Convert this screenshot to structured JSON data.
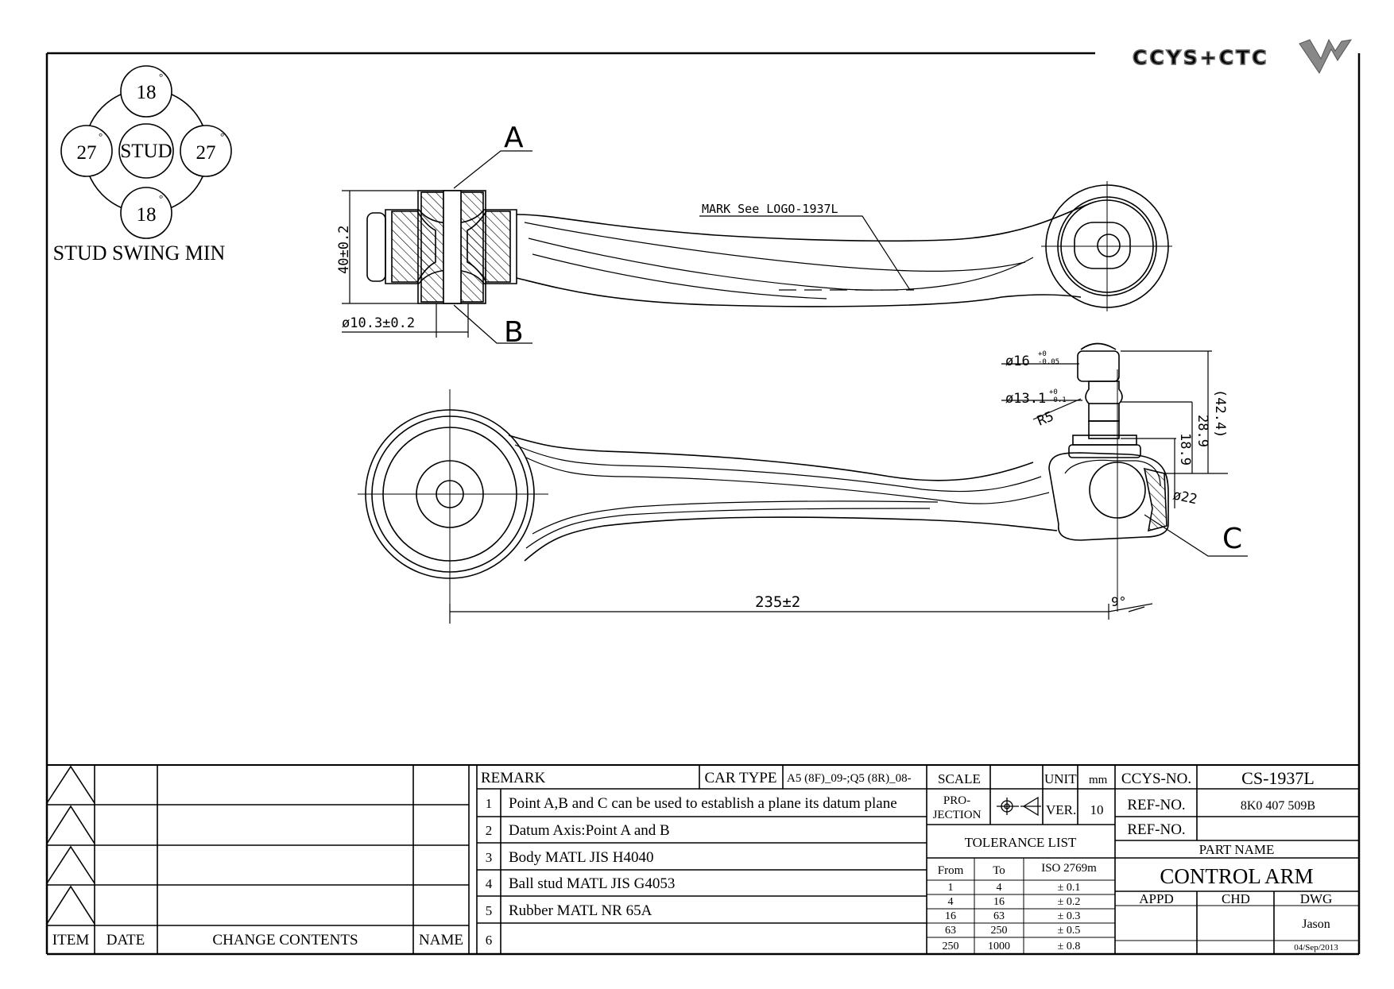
{
  "brand": {
    "logo_text": "CCYS+CTC"
  },
  "stud_swing": {
    "title": "STUD SWING MIN",
    "center": "STUD",
    "top": "18",
    "bottom": "18",
    "left": "27",
    "right": "27",
    "unit": "°"
  },
  "dimensions": {
    "point_a": "A",
    "point_b": "B",
    "point_c": "C",
    "mark_note": "MARK See LOGO-1937L",
    "height": "40±0.2",
    "bore": "ø10.3±0.2",
    "stud_dia_1": "ø16",
    "stud_dia_1_tol_upper": "+0",
    "stud_dia_1_tol_lower": "-0.05",
    "stud_dia_2": "ø13.1",
    "stud_dia_2_tol_upper": "+0",
    "stud_dia_2_tol_lower": "-0.1",
    "radius": "R5",
    "len_total": "(42.4)",
    "len_mid": "28.9",
    "len_short": "18.9",
    "ball_dia": "ø22",
    "length": "235±2",
    "angle": "9°"
  },
  "change_log": {
    "headers": {
      "item": "ITEM",
      "date": "DATE",
      "contents": "CHANGE CONTENTS",
      "name": "NAME"
    }
  },
  "remark": {
    "header": "REMARK",
    "car_type_label": "CAR TYPE",
    "car_type_value": "A5 (8F)_09-;Q5 (8R)_08-",
    "items": [
      {
        "no": "1",
        "text": "Point A,B and C can be used to establish a plane its datum plane"
      },
      {
        "no": "2",
        "text": "Datum Axis:Point A and B"
      },
      {
        "no": "3",
        "text": "Body MATL JIS H4040"
      },
      {
        "no": "4",
        "text": "Ball stud MATL JIS G4053"
      },
      {
        "no": "5",
        "text": "Rubber MATL NR 65A"
      },
      {
        "no": "6",
        "text": ""
      }
    ]
  },
  "spec": {
    "scale_label": "SCALE",
    "unit_label": "UNIT",
    "unit_value": "mm",
    "projection_label_1": "PRO-",
    "projection_label_2": "JECTION",
    "ver_label": "VER.",
    "ver_value": "10"
  },
  "tolerance": {
    "title": "TOLERANCE LIST",
    "headers": {
      "from": "From",
      "to": "To",
      "iso": "ISO 2769m"
    },
    "rows": [
      {
        "from": "1",
        "to": "4",
        "tol": "± 0.1"
      },
      {
        "from": "4",
        "to": "16",
        "tol": "± 0.2"
      },
      {
        "from": "16",
        "to": "63",
        "tol": "± 0.3"
      },
      {
        "from": "63",
        "to": "250",
        "tol": "± 0.5"
      },
      {
        "from": "250",
        "to": "1000",
        "tol": "± 0.8"
      }
    ]
  },
  "title_block": {
    "ccys_no_label": "CCYS-NO.",
    "ccys_no_value": "CS-1937L",
    "ref_no_label": "REF-NO.",
    "ref_no_value": "8K0 407 509B",
    "ref_no_label_2": "REF-NO.",
    "ref_no_value_2": "",
    "part_name_label": "PART NAME",
    "part_name": "CONTROL ARM",
    "appd_label": "APPD",
    "chd_label": "CHD",
    "dwg_label": "DWG",
    "drawn_by": "Jason",
    "date": "04/Sep/2013"
  }
}
